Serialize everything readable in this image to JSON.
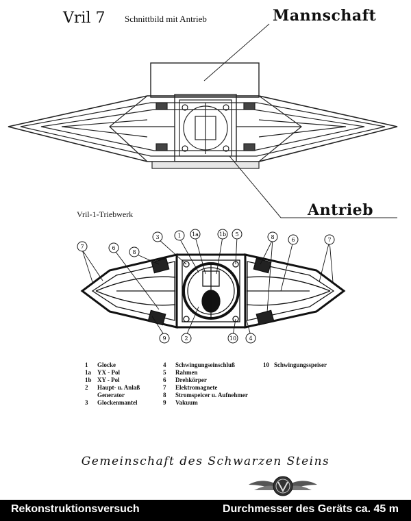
{
  "header": {
    "title": "Vril 7",
    "subtitle": "Schnittbild mit Antrieb",
    "crew_label": "Mannschaft",
    "drive_label": "Antrieb"
  },
  "engine": {
    "label": "Vril-1-Triebwerk",
    "callouts": {
      "left": [
        "7",
        "6",
        "8",
        "3",
        "1",
        "1a",
        "1b",
        "5"
      ],
      "right": [
        "8",
        "6",
        "7"
      ],
      "bottom": [
        "9",
        "2",
        "10",
        "4"
      ]
    }
  },
  "legend": {
    "col1": [
      {
        "num": "1",
        "text": "Glocke"
      },
      {
        "num": "1a",
        "text": "YX - Pol"
      },
      {
        "num": "1b",
        "text": "XY - Pol"
      },
      {
        "num": "2",
        "text": "Haupt- u. Anlaß"
      },
      {
        "num": "",
        "text": "Generator"
      },
      {
        "num": "3",
        "text": "Glockenmantel"
      }
    ],
    "col2": [
      {
        "num": "4",
        "text": "Schwingungseinschluß"
      },
      {
        "num": "5",
        "text": "Rahmen"
      },
      {
        "num": "6",
        "text": "Drehkörper"
      },
      {
        "num": "7",
        "text": "Elektromagnete"
      },
      {
        "num": "8",
        "text": "Stromspeicer u. Aufnehmer"
      },
      {
        "num": "9",
        "text": "Vakuum"
      }
    ],
    "col3": [
      {
        "num": "10",
        "text": "Schwingungsspeiser"
      }
    ]
  },
  "society": "Gemeinschaft des Schwarzen Steins",
  "footer": {
    "left": "Rekonstruktionsversuch",
    "right": "Durchmesser des Geräts ca. 45 m"
  },
  "icons": {
    "emblem": "winged-emblem-icon"
  }
}
